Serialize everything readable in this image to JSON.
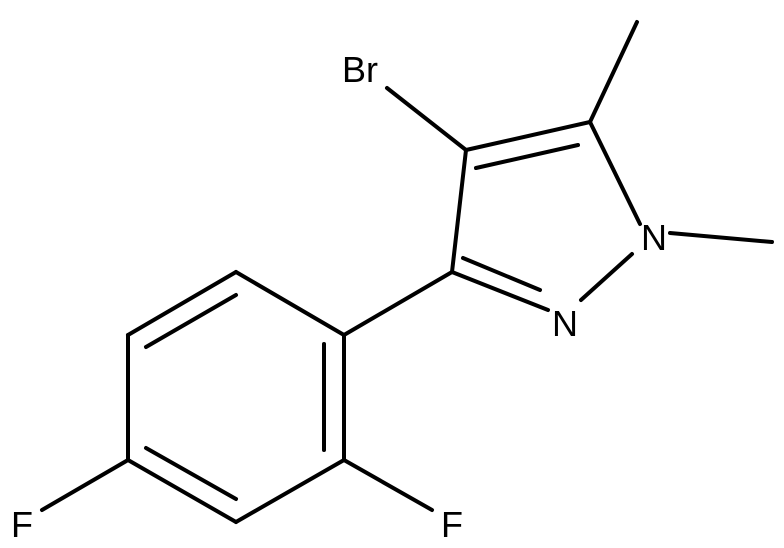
{
  "molecule": {
    "atoms": {
      "br": "Br",
      "n1": "N",
      "n2": "N",
      "f_ortho": "F",
      "f_para": "F"
    },
    "colors": {
      "bond": "#000000",
      "label": "#000000",
      "background": "#ffffff"
    }
  }
}
